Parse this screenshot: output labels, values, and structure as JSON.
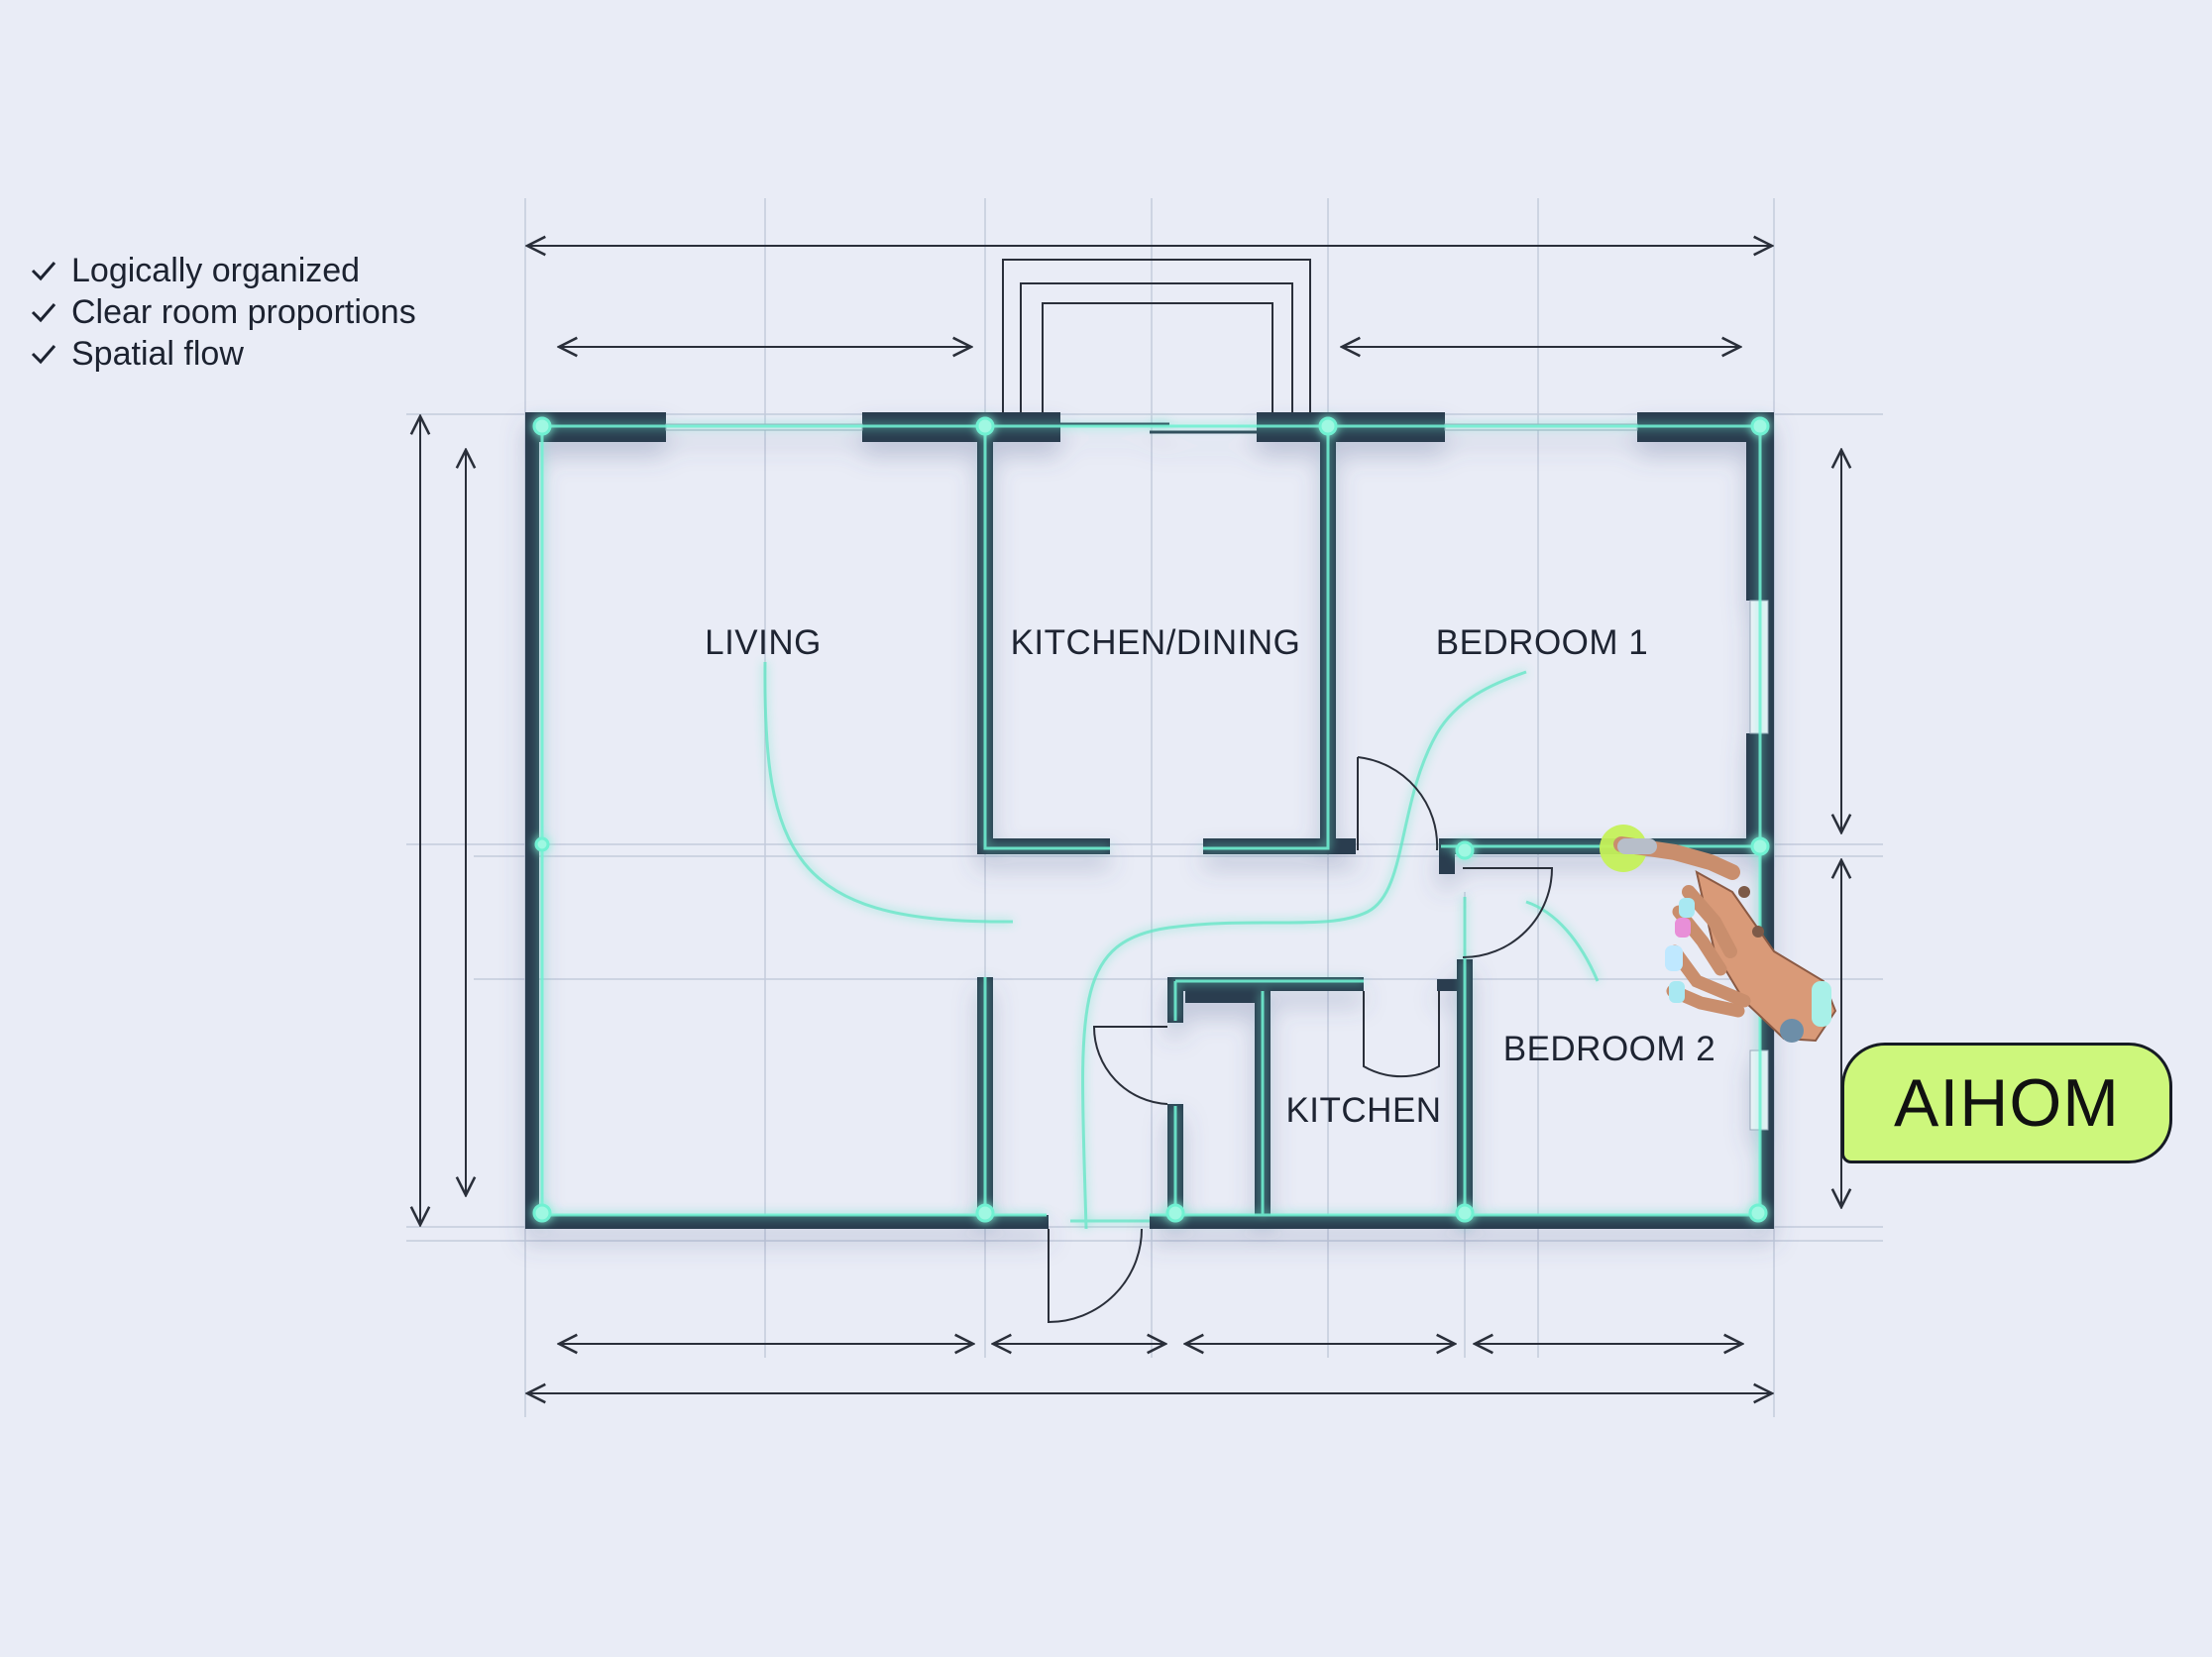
{
  "checklist": [
    "Logically organized",
    "Clear room proportions",
    "Spatial flow"
  ],
  "rooms": {
    "living": "LIVING",
    "kitchen_dining": "KITCHEN/DINING",
    "bedroom_1": "BEDROOM 1",
    "kitchen": "KITCHEN",
    "bedroom_2": "BEDROOM 2"
  },
  "brand": "AIHOM",
  "icons": [
    "check-icon",
    "robot-hand-icon"
  ],
  "colors": {
    "background": "#e9ecf6",
    "wall": "#2b3e50",
    "glow": "#5ee9c8",
    "badge": "#cdf77c",
    "dimension_lines": "#2a2f3a"
  }
}
